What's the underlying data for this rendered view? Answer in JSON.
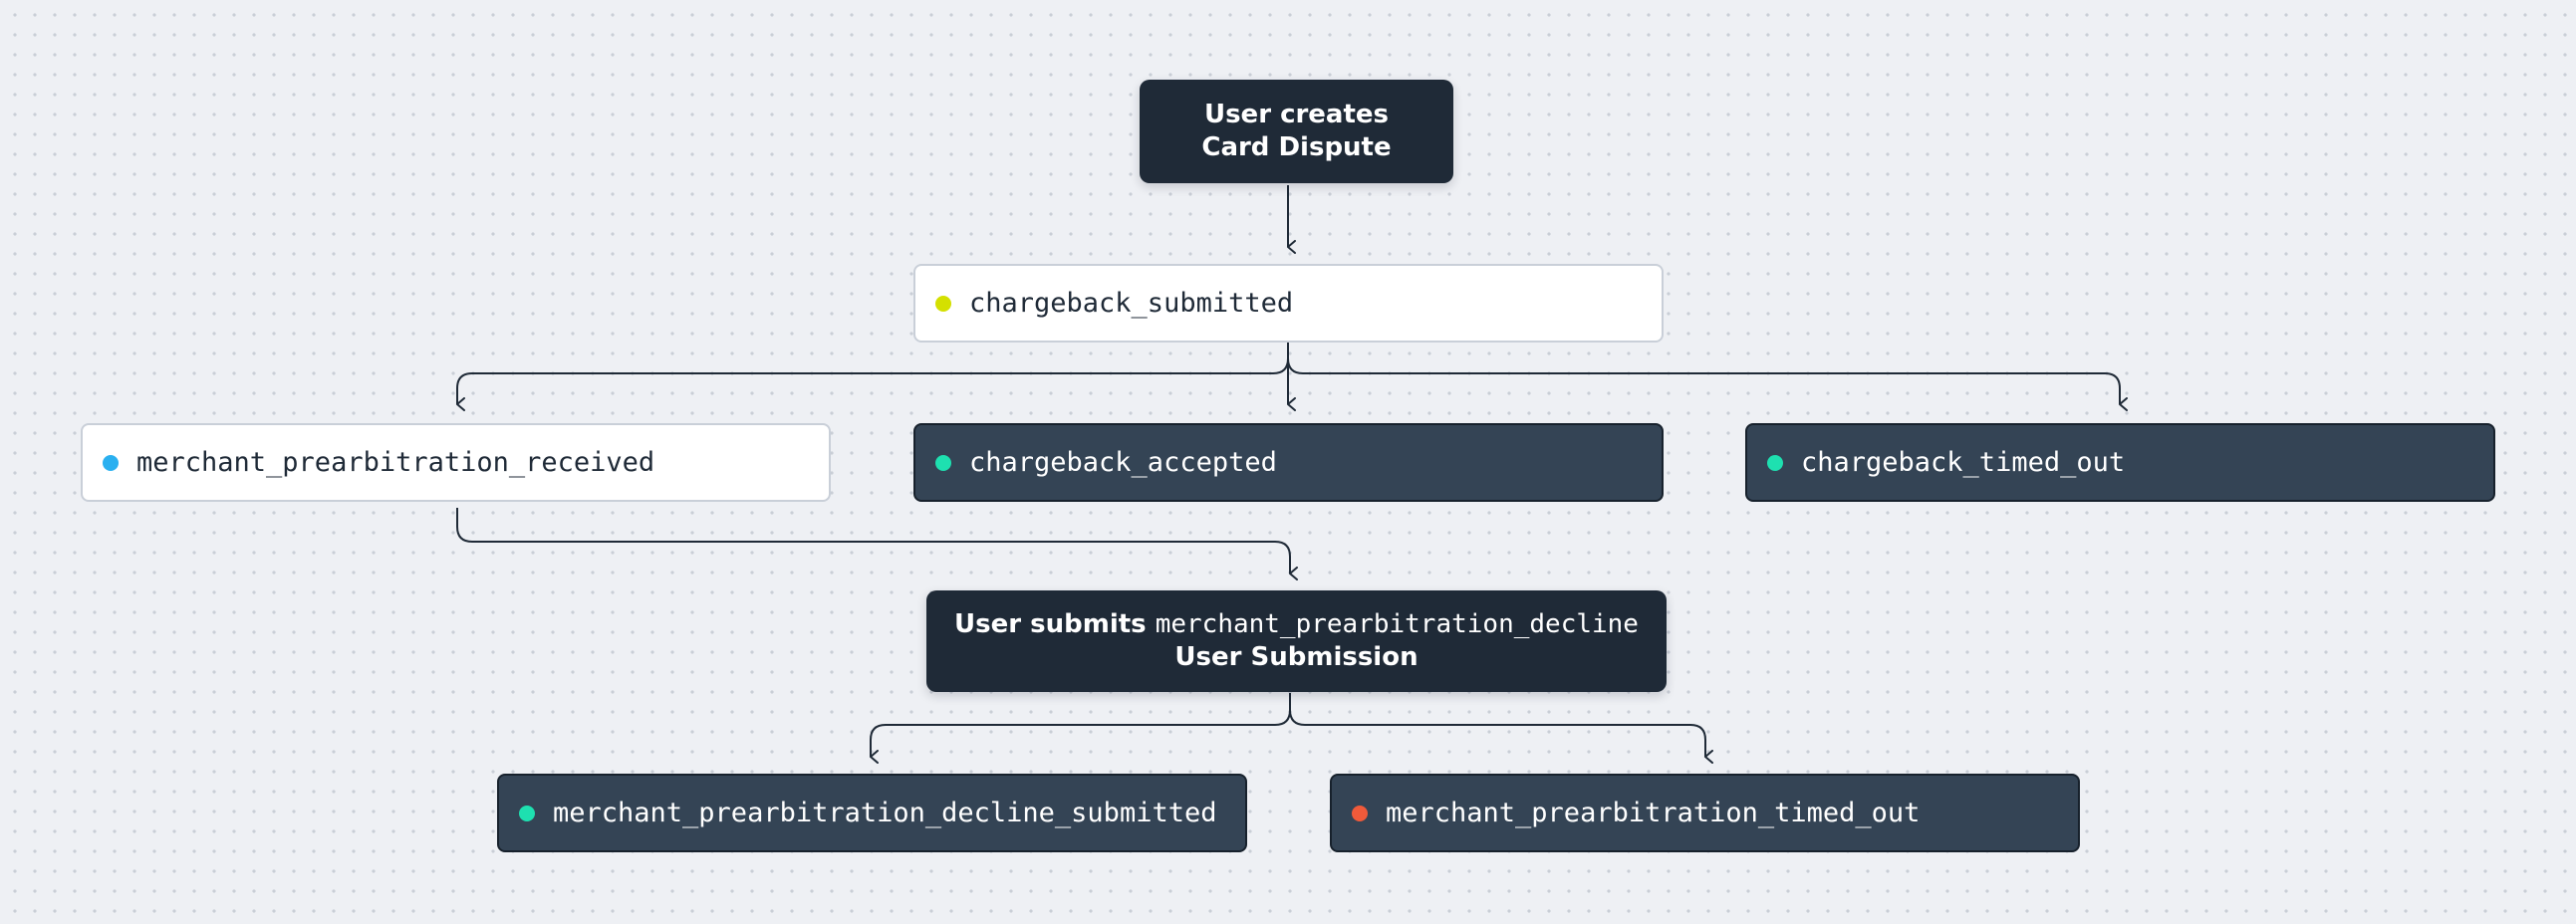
{
  "nodes": {
    "user_creates": {
      "line1": "User creates",
      "line2": "Card Dispute"
    },
    "chargeback_submitted": {
      "label": "chargeback_submitted",
      "dot_color": "#d4e000"
    },
    "merchant_prearbitration_received": {
      "label": "merchant_prearbitration_received",
      "dot_color": "#2ab0f0"
    },
    "chargeback_accepted": {
      "label": "chargeback_accepted",
      "dot_color": "#1ee0b0"
    },
    "chargeback_timed_out": {
      "label": "chargeback_timed_out",
      "dot_color": "#1ee0b0"
    },
    "user_submits": {
      "prefix": "User submits",
      "code": "merchant_prearbitration_decline",
      "line2": "User Submission"
    },
    "merchant_prearbitration_decline_submitted": {
      "label": "merchant_prearbitration_decline_submitted",
      "dot_color": "#1ee0b0"
    },
    "merchant_prearbitration_timed_out": {
      "label": "merchant_prearbitration_timed_out",
      "dot_color": "#f05a3a"
    }
  },
  "edges": [
    {
      "from": "user_creates",
      "to": "chargeback_submitted"
    },
    {
      "from": "chargeback_submitted",
      "to": "merchant_prearbitration_received"
    },
    {
      "from": "chargeback_submitted",
      "to": "chargeback_accepted"
    },
    {
      "from": "chargeback_submitted",
      "to": "chargeback_timed_out"
    },
    {
      "from": "merchant_prearbitration_received",
      "to": "user_submits"
    },
    {
      "from": "user_submits",
      "to": "merchant_prearbitration_decline_submitted"
    },
    {
      "from": "user_submits",
      "to": "merchant_prearbitration_timed_out"
    }
  ],
  "colors": {
    "connector": "#1f2a37"
  }
}
